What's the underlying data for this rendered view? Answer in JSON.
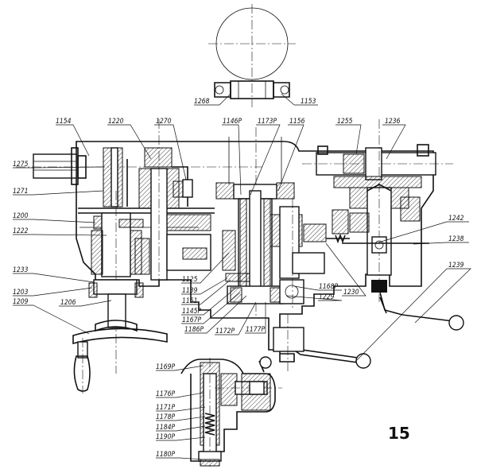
{
  "figure_number": "15",
  "labels": {
    "l1268": "1268",
    "l1153": "1153",
    "l1154": "1154",
    "l1220": "1220",
    "l1270": "1270",
    "l1146p": "1146P",
    "l1173p": "1173P",
    "l1156": "1156",
    "l1255": "1255",
    "l1236": "1236",
    "l1275": "1275",
    "l1271": "1271",
    "l1200": "1200",
    "l1222": "1222",
    "l1242": "1242",
    "l1238": "1238",
    "l1239": "1239",
    "l1233": "1233",
    "l1203": "1203",
    "l1209": "1209",
    "l1206": "1206",
    "l1125": "1125",
    "l1139": "1139",
    "l1151": "1151",
    "l1145p": "1145P",
    "l1167p": "1167P",
    "l1186p": "1186P",
    "l1172p": "1172P",
    "l1177p": "1177P",
    "l1168p": "1168P",
    "l1229": "1229",
    "l1230": "1230",
    "l1169p": "1169P",
    "l1176p": "1176P",
    "l1171p": "1171P",
    "l1178p": "1178P",
    "l1184p": "1184P",
    "l1190p": "1190P",
    "l1180p": "1180P"
  }
}
